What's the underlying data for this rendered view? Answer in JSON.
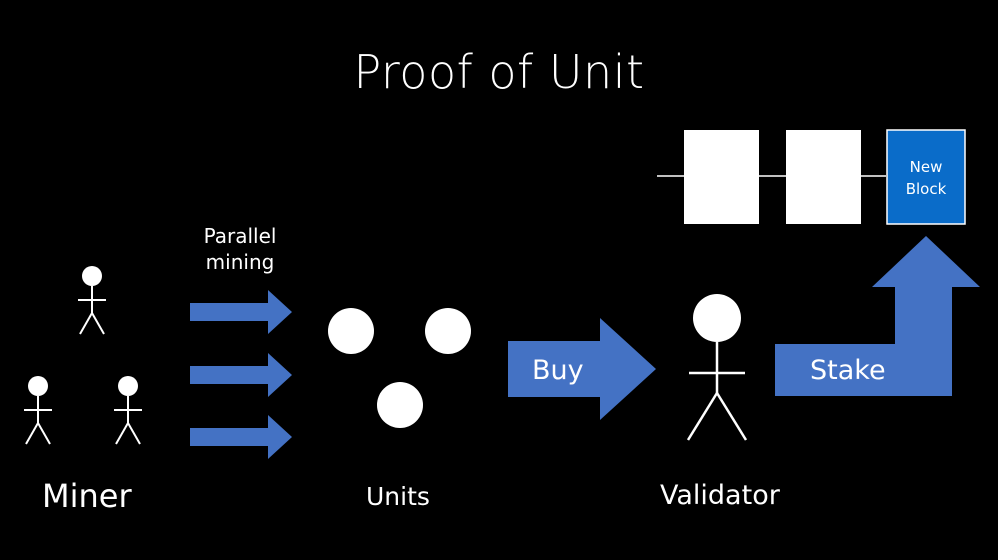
{
  "title": "Proof of Unit",
  "labels": {
    "parallel_line1": "Parallel",
    "parallel_line2": "mining",
    "miner": "Miner",
    "units": "Units",
    "validator": "Validator",
    "buy": "Buy",
    "stake": "Stake",
    "new_block_line1": "New",
    "new_block_line2": "Block"
  },
  "colors": {
    "background": "#000000",
    "arrow": "#4472C4",
    "new_block": "#0A6CC9",
    "figure": "#FFFFFF"
  }
}
